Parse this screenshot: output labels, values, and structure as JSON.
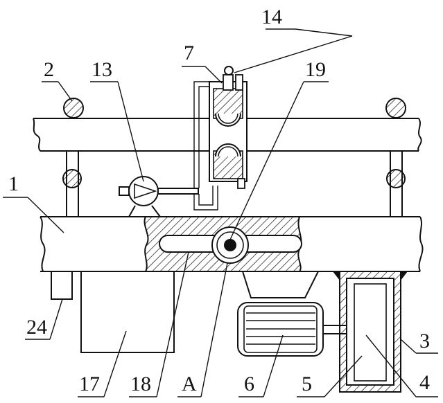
{
  "figure": {
    "labels": [
      {
        "id": "label-14",
        "text": "14"
      },
      {
        "id": "label-7",
        "text": "7"
      },
      {
        "id": "label-2",
        "text": "2"
      },
      {
        "id": "label-13",
        "text": "13"
      },
      {
        "id": "label-19",
        "text": "19"
      },
      {
        "id": "label-1",
        "text": "1"
      },
      {
        "id": "label-24",
        "text": "24"
      },
      {
        "id": "label-3",
        "text": "3"
      },
      {
        "id": "label-4",
        "text": "4"
      },
      {
        "id": "label-17",
        "text": "17"
      },
      {
        "id": "label-18",
        "text": "18"
      },
      {
        "id": "label-A",
        "text": "A"
      },
      {
        "id": "label-6",
        "text": "6"
      },
      {
        "id": "label-5",
        "text": "5"
      }
    ],
    "colors": {
      "line": "#111111",
      "background": "#ffffff"
    }
  }
}
